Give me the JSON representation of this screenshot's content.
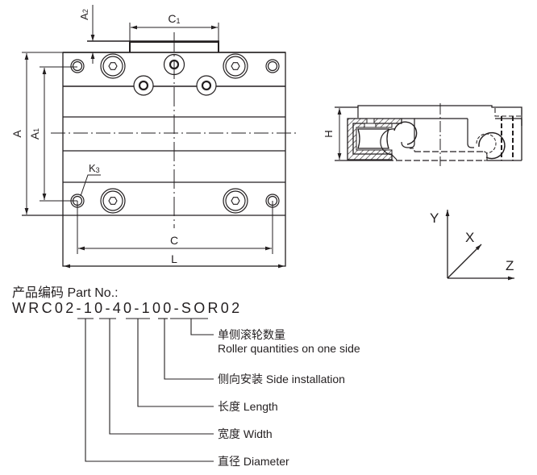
{
  "front_view": {
    "dimension_labels": {
      "A": "A",
      "A1": "A",
      "A1_sub": "1",
      "A2": "A",
      "A2_sub": "2",
      "C": "C",
      "C1": "C",
      "C1_sub": "1",
      "L": "L",
      "K3": "K",
      "K3_sub": "3"
    }
  },
  "side_view": {
    "dimension_labels": {
      "H": "H"
    }
  },
  "axes": {
    "x": "X",
    "y": "Y",
    "z": "Z"
  },
  "part_number": {
    "title": "产品编码 Part No.:",
    "code_segments": [
      {
        "text": "WRC02-"
      },
      {
        "text": "10"
      },
      {
        "text": "-"
      },
      {
        "text": "40"
      },
      {
        "text": "-"
      },
      {
        "text": "100"
      },
      {
        "text": "-"
      },
      {
        "text": "S"
      },
      {
        "text": "OR02"
      }
    ],
    "legend": [
      {
        "zh": "单侧滚轮数量",
        "en": "Roller quantities on one side"
      },
      {
        "zh": "侧向安装",
        "en": "Side installation"
      },
      {
        "zh": "长度",
        "en": "Length"
      },
      {
        "zh": "宽度",
        "en": "Width"
      },
      {
        "zh": "直径",
        "en": "Diameter"
      }
    ]
  },
  "colors": {
    "line": "#231f20",
    "background": "#ffffff"
  }
}
